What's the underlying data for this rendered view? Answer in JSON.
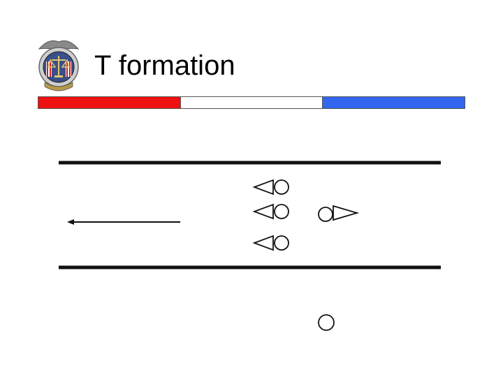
{
  "slide": {
    "title": "T formation",
    "colors": {
      "red": "#ee1111",
      "white": "#ffffff",
      "blue": "#3366ee",
      "line": "#111111",
      "logo_gold": "#b59a4a",
      "logo_blue": "#3a4f8c"
    },
    "color_bar": [
      "red",
      "white",
      "blue"
    ],
    "logo_icon": "badge-seal-icon"
  },
  "diagram": {
    "direction": "left",
    "team_left_count": 3,
    "team_right_count": 2
  }
}
